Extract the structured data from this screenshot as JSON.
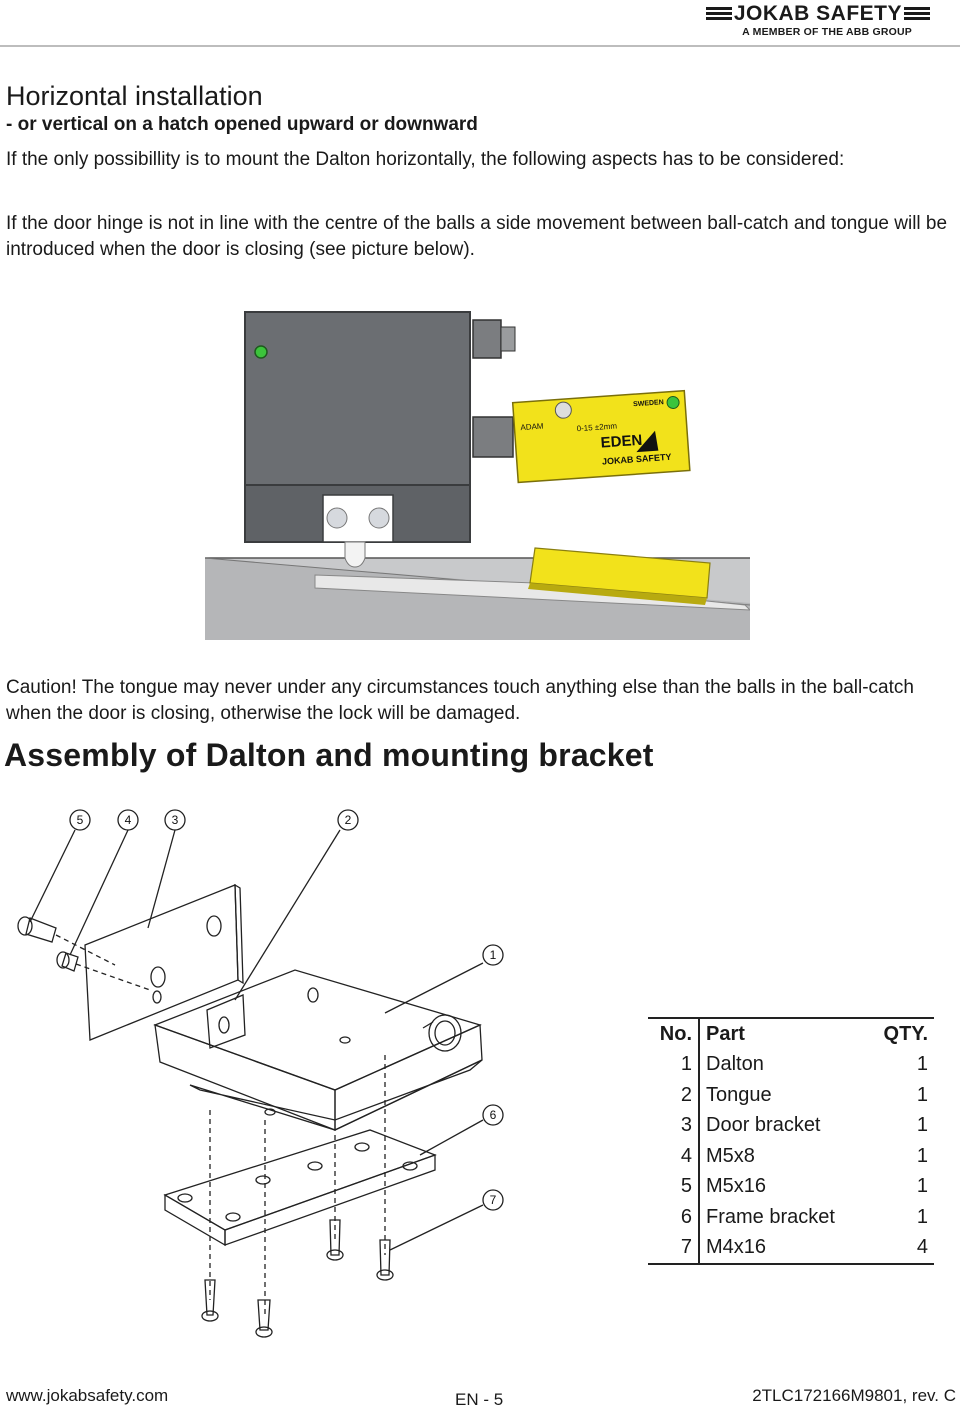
{
  "header": {
    "logo_text": "JOKAB SAFETY",
    "logo_subtitle": "A MEMBER OF THE ABB GROUP"
  },
  "section1": {
    "title": "Horizontal installation",
    "subtitle": "- or vertical on a hatch opened upward or downward",
    "paragraphs": [
      "If the only possibillity is to mount the Dalton horizontally, the following aspects has to be considered:",
      "If the door hinge is not in line with the centre of the balls a side movement between ball-catch and tongue will be introduced when the door is closing (see picture below)."
    ]
  },
  "photo_labels": {
    "brand": "JOKAB SAFETY",
    "model": "EDEN",
    "range": "0-15 ±2mm",
    "adam": "ADAM",
    "sweden": "SWEDEN"
  },
  "caution": "Caution! The tongue may never under any circumstances touch anything else than the balls in the ball-catch when the door is closing, otherwise the lock will be damaged.",
  "section2": {
    "title": "Assembly of Dalton and mounting bracket"
  },
  "callouts": [
    "5",
    "4",
    "3",
    "2",
    "1",
    "6",
    "7"
  ],
  "parts_table": {
    "headers": {
      "no": "No.",
      "part": "Part",
      "qty": "QTY."
    },
    "rows": [
      {
        "no": "1",
        "part": "Dalton",
        "qty": "1"
      },
      {
        "no": "2",
        "part": "Tongue",
        "qty": "1"
      },
      {
        "no": "3",
        "part": "Door bracket",
        "qty": "1"
      },
      {
        "no": "4",
        "part": "M5x8",
        "qty": "1"
      },
      {
        "no": "5",
        "part": "M5x16",
        "qty": "1"
      },
      {
        "no": "6",
        "part": "Frame bracket",
        "qty": "1"
      },
      {
        "no": "7",
        "part": "M4x16",
        "qty": "4"
      }
    ]
  },
  "footer": {
    "website": "www.jokabsafety.com",
    "page": "EN - 5",
    "docref": "2TLC172166M9801, rev. C"
  },
  "colors": {
    "sensor_yellow": "#f2e21b",
    "housing_gray": "#6b6e72",
    "green_led": "#3cc43c"
  }
}
